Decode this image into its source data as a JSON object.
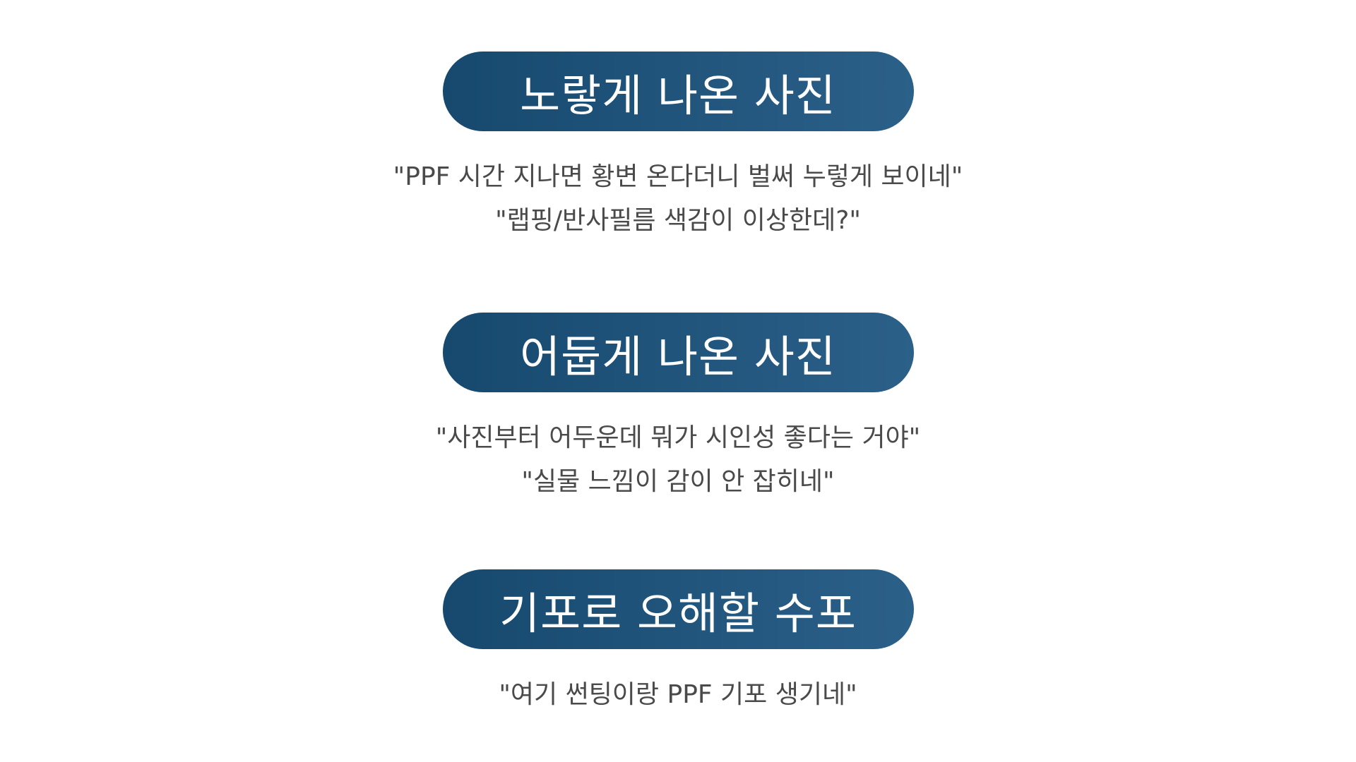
{
  "sections": [
    {
      "title": "노랗게 나온 사진",
      "quotes": [
        "\"PPF 시간 지나면 황변 온다더니 벌써 누렇게 보이네\"",
        "\"랩핑/반사필름 색감이 이상한데?\""
      ]
    },
    {
      "title": "어둡게 나온 사진",
      "quotes": [
        "\"사진부터 어두운데 뭐가 시인성 좋다는 거야\"",
        "\"실물 느낌이 감이 안 잡히네\""
      ]
    },
    {
      "title": "기포로 오해할 수포",
      "quotes": [
        "\"여기 썬팅이랑 PPF 기포 생기네\""
      ]
    }
  ],
  "colors": {
    "pill_start": "#17496e",
    "pill_end": "#2b6089",
    "pill_text": "#ffffff",
    "quote_text": "#4a4a4a",
    "background": "#ffffff"
  }
}
